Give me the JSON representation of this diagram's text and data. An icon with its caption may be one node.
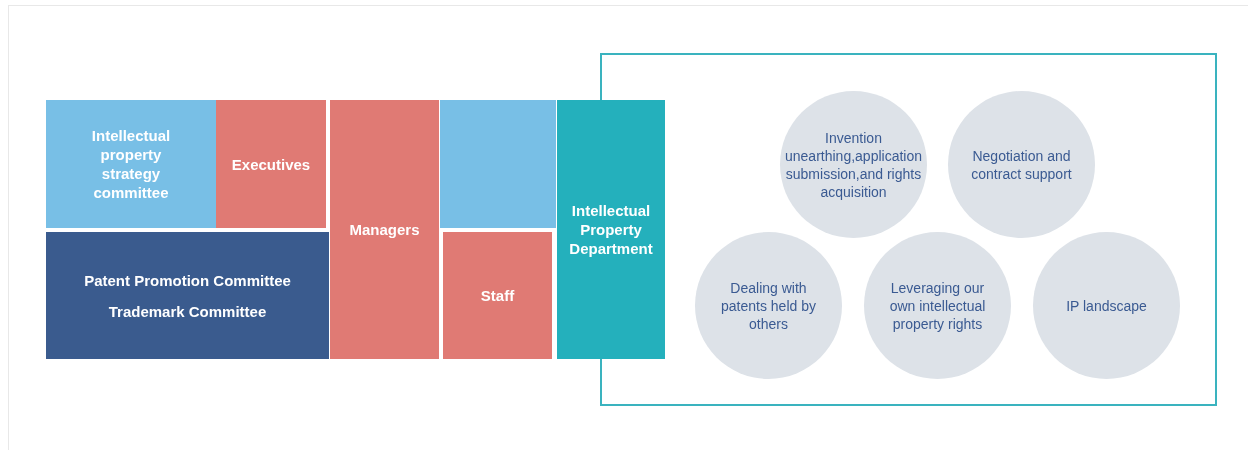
{
  "diagram": {
    "nodes": [
      {
        "text": [
          "Intellectual property strategy committee"
        ]
      },
      {
        "text": [
          "Executives"
        ]
      },
      {
        "text": [
          "Patent Promotion Committee",
          "Trademark Committee"
        ]
      },
      {
        "text": [
          "Managers"
        ]
      },
      {
        "text": [],
        "shape": "box"
      },
      {
        "text": [
          "Staff"
        ]
      },
      {
        "text": [
          "Intellectual Property Department"
        ]
      },
      {
        "text": [],
        "shape": "box"
      },
      {
        "text": [
          "Invention unearthing,application submission,and rights acquisition"
        ],
        "in": 7
      },
      {
        "text": [
          "Negotiation and contract support"
        ],
        "in": 7
      },
      {
        "text": [
          "Dealing with patents held by others"
        ],
        "in": 7
      },
      {
        "text": [
          "Leveraging our own intellectual property rights"
        ],
        "in": 7
      },
      {
        "text": [
          "IP landscape"
        ],
        "in": 7
      }
    ]
  }
}
